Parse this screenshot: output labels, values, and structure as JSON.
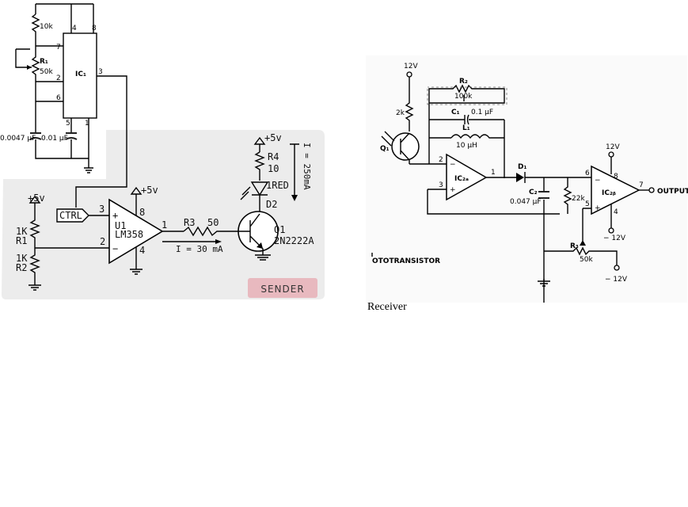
{
  "sender": {
    "ic1": {
      "name": "IC₁",
      "r_top": "10k",
      "r1_name": "R₁",
      "r1_value": "50k",
      "cap_left": "0.0047 μF",
      "cap_right": "0.01 μF",
      "pins": [
        "4",
        "8",
        "7",
        "2",
        "6",
        "5",
        "1",
        "3"
      ]
    },
    "rail": "+5v",
    "ctrl": "CTRL",
    "r1": {
      "name": "R1",
      "value": "1K"
    },
    "r2": {
      "name": "R2",
      "value": "1K"
    },
    "opamp": {
      "ref": "U1",
      "part": "LM358",
      "pins": [
        "3",
        "2",
        "8",
        "4",
        "1"
      ]
    },
    "r3": {
      "name": "R3",
      "value": "50"
    },
    "current_base": "I = 30 mA",
    "r4": {
      "name": "R4",
      "value": "10"
    },
    "led": {
      "name": "D2",
      "label": "1RED"
    },
    "current_led": "I = 250mA",
    "transistor": {
      "ref": "Q1",
      "part": "2N2222A"
    },
    "badge": "SENDER",
    "badge_color": "#e8b9bf"
  },
  "receiver": {
    "v12": "12V",
    "vneg12": "− 12V",
    "r_2k": "2k",
    "q1": "Q₁",
    "r2": {
      "name": "R₂",
      "value": "100k"
    },
    "c1": {
      "name": "C₁",
      "value": "0.1 μF"
    },
    "l1": {
      "name": "L₁",
      "value": "10 μH"
    },
    "ic2a": "IC₂ₐ",
    "ic2b": "IC₂ᵦ",
    "d1": "D₁",
    "c2": {
      "name": "C₂",
      "value": "0.047 μF"
    },
    "r_22k": "22k",
    "r3": {
      "name": "R₃",
      "value": "50k"
    },
    "output": "OUTPUT",
    "phototransistor": "OTOTRANSISTOR",
    "pins": [
      "2",
      "3",
      "1",
      "6",
      "5",
      "8",
      "4",
      "7"
    ]
  },
  "caption": "Receiver"
}
